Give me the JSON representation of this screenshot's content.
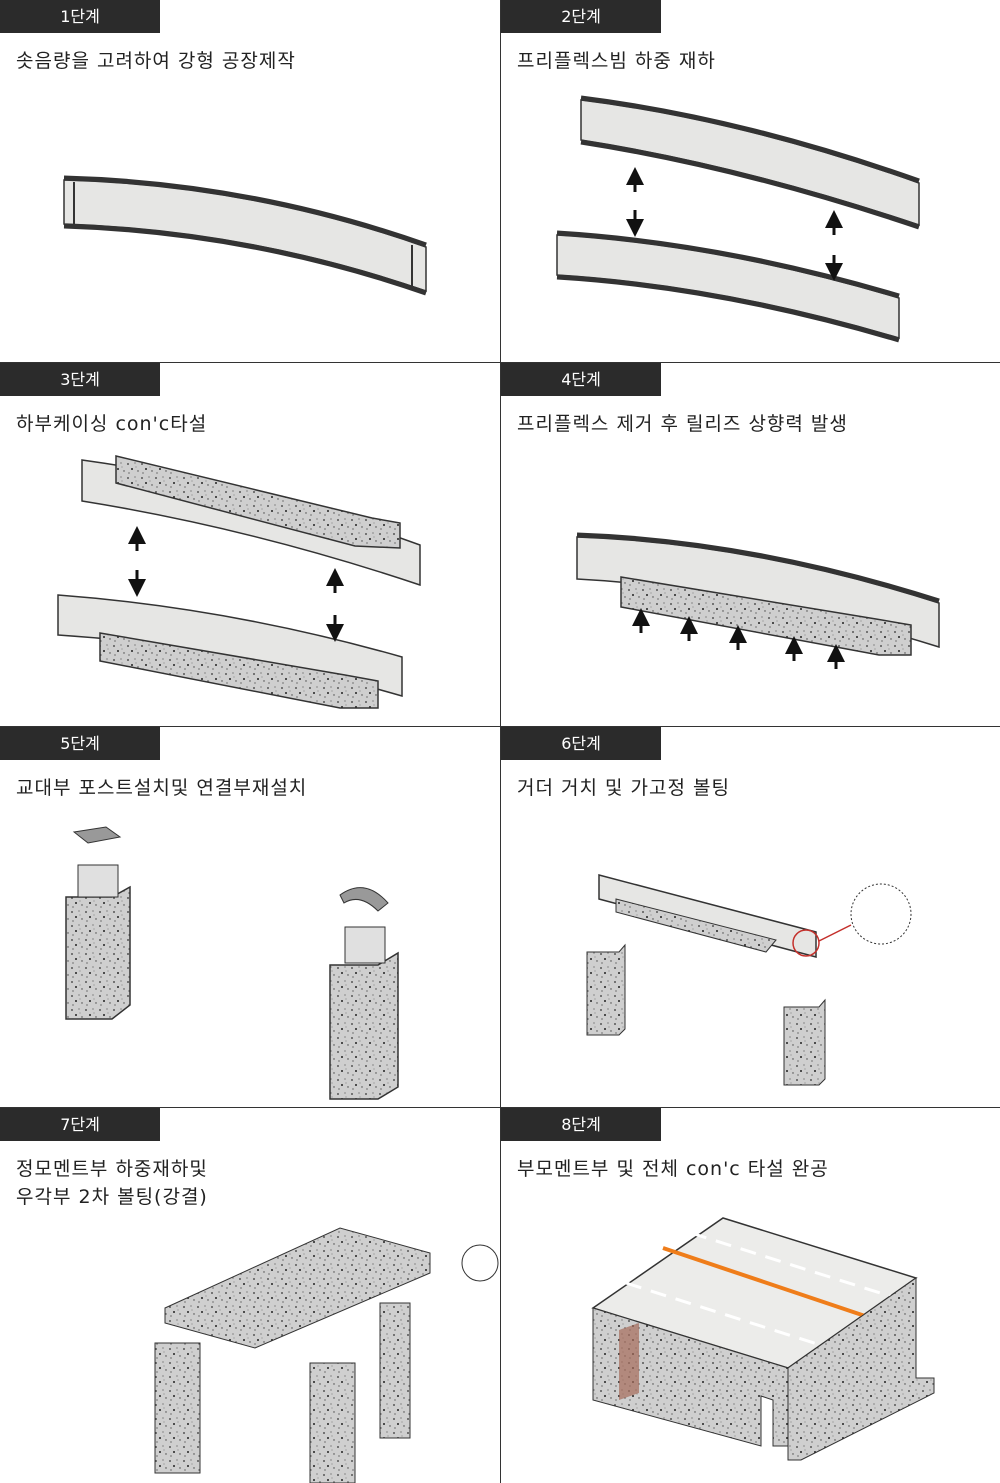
{
  "steps": [
    {
      "tag": "1단계",
      "desc": "솟음량을 고려하여 강형 공장제작"
    },
    {
      "tag": "2단계",
      "desc": "프리플렉스빔 하중 재하"
    },
    {
      "tag": "3단계",
      "desc": "하부케이싱 con'c타설"
    },
    {
      "tag": "4단계",
      "desc": "프리플렉스 제거 후 릴리즈 상향력 발생"
    },
    {
      "tag": "5단계",
      "desc": "교대부 포스트설치및 연결부재설치"
    },
    {
      "tag": "6단계",
      "desc": "거더 거치 및 가고정 볼팅"
    },
    {
      "tag": "7단계",
      "desc": "정모멘트부 하중재하및\n우각부 2차 볼팅(강결)"
    },
    {
      "tag": "8단계",
      "desc": "부모멘트부 및 전체 con'c 타설 완공"
    }
  ],
  "colors": {
    "tag_bg": "#2b2b2b",
    "steel": "#e6e6e4",
    "concrete": "#c8c8c8",
    "lane_line": "#ef7d1a"
  }
}
